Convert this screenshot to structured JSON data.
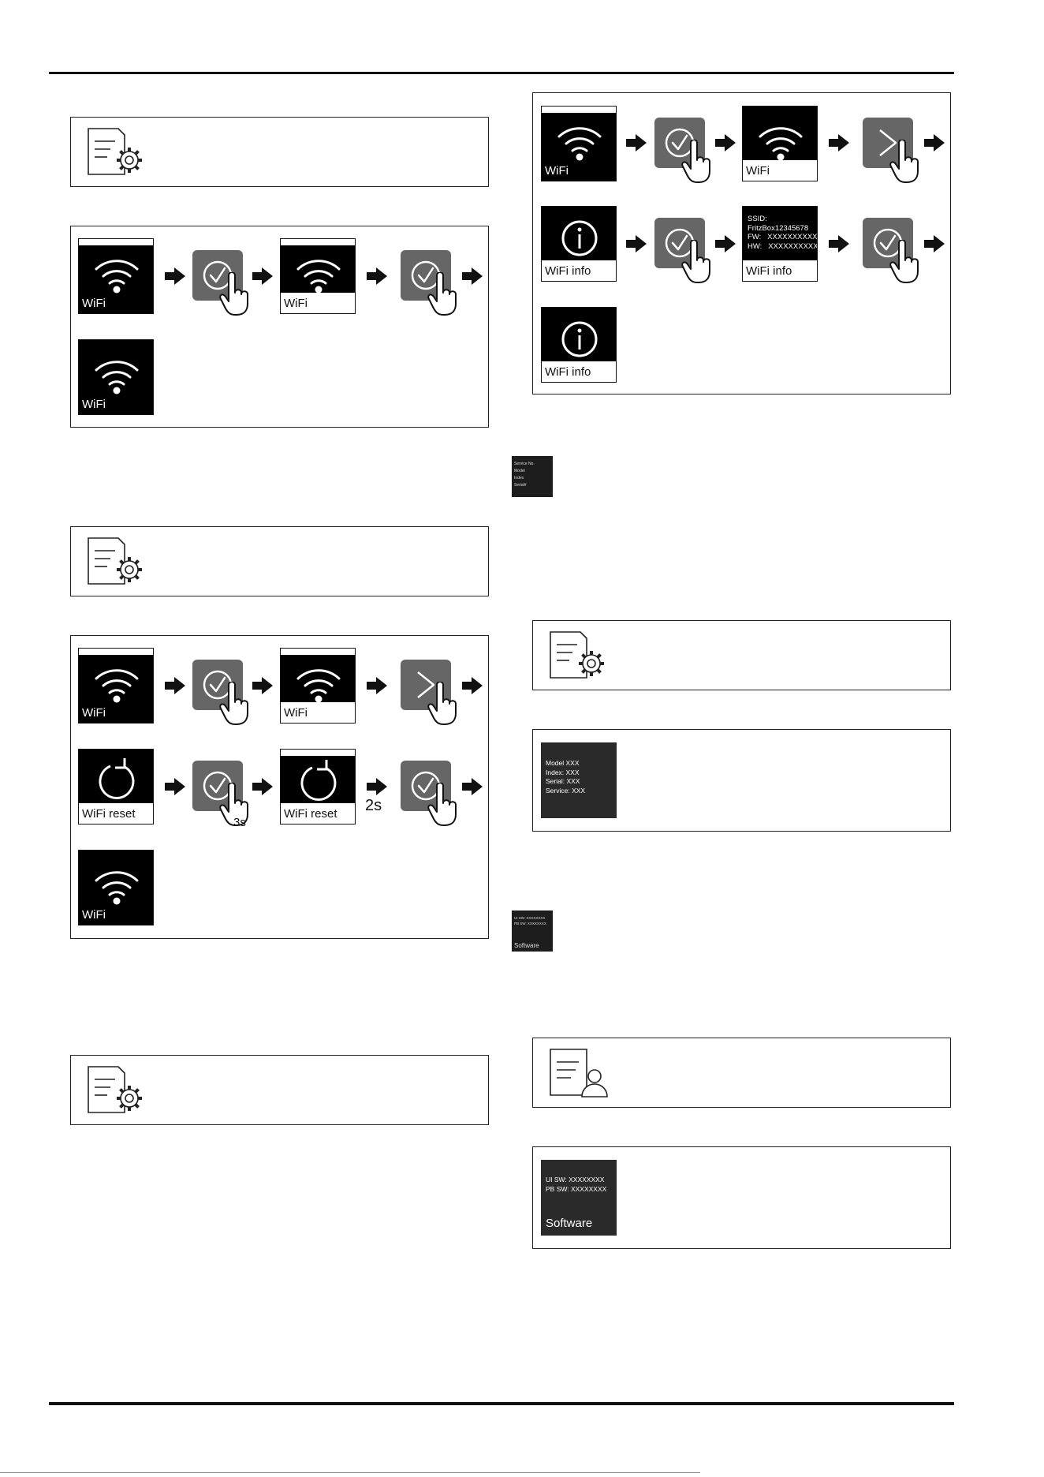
{
  "labels": {
    "wifi": "WiFi",
    "wifi_info": "WiFi info",
    "wifi_reset": "WiFi reset",
    "software": "Software",
    "delay_2s": "2s",
    "hold_3s": "3s"
  },
  "wifi_info_screen": {
    "line1": "SSID:",
    "line2": "FritzBox12345678",
    "line3": "FW:   XXXXXXXXXX",
    "line4": "HW:   XXXXXXXXXX"
  },
  "service_small_tile": {
    "line1": "Service No.",
    "line2": "Model",
    "line3": "Index",
    "line4": "Serial#"
  },
  "service_screen": {
    "line1": "Model XXX",
    "line2": "Index: XXX",
    "line3": "Serial: XXX",
    "line4": "Service: XXX"
  },
  "software_small_tile": {
    "line1": "UI SW: XXXXXXXX",
    "line2": "PB SW: XXXXXXXX",
    "label": "Software"
  },
  "software_screen": {
    "line1": "UI SW: XXXXXXXX",
    "line2": "PB SW: XXXXXXXX",
    "label": "Software"
  },
  "icons": [
    "settings-gear-icon",
    "wifi-icon",
    "info-icon",
    "reset-icon",
    "check-icon",
    "chevron-right-icon",
    "hand-tap-icon",
    "customer-user-icon",
    "arrow-right-icon"
  ],
  "colors": {
    "button_gray": "#666666",
    "screen_black": "#000000",
    "rule": "#111111"
  }
}
